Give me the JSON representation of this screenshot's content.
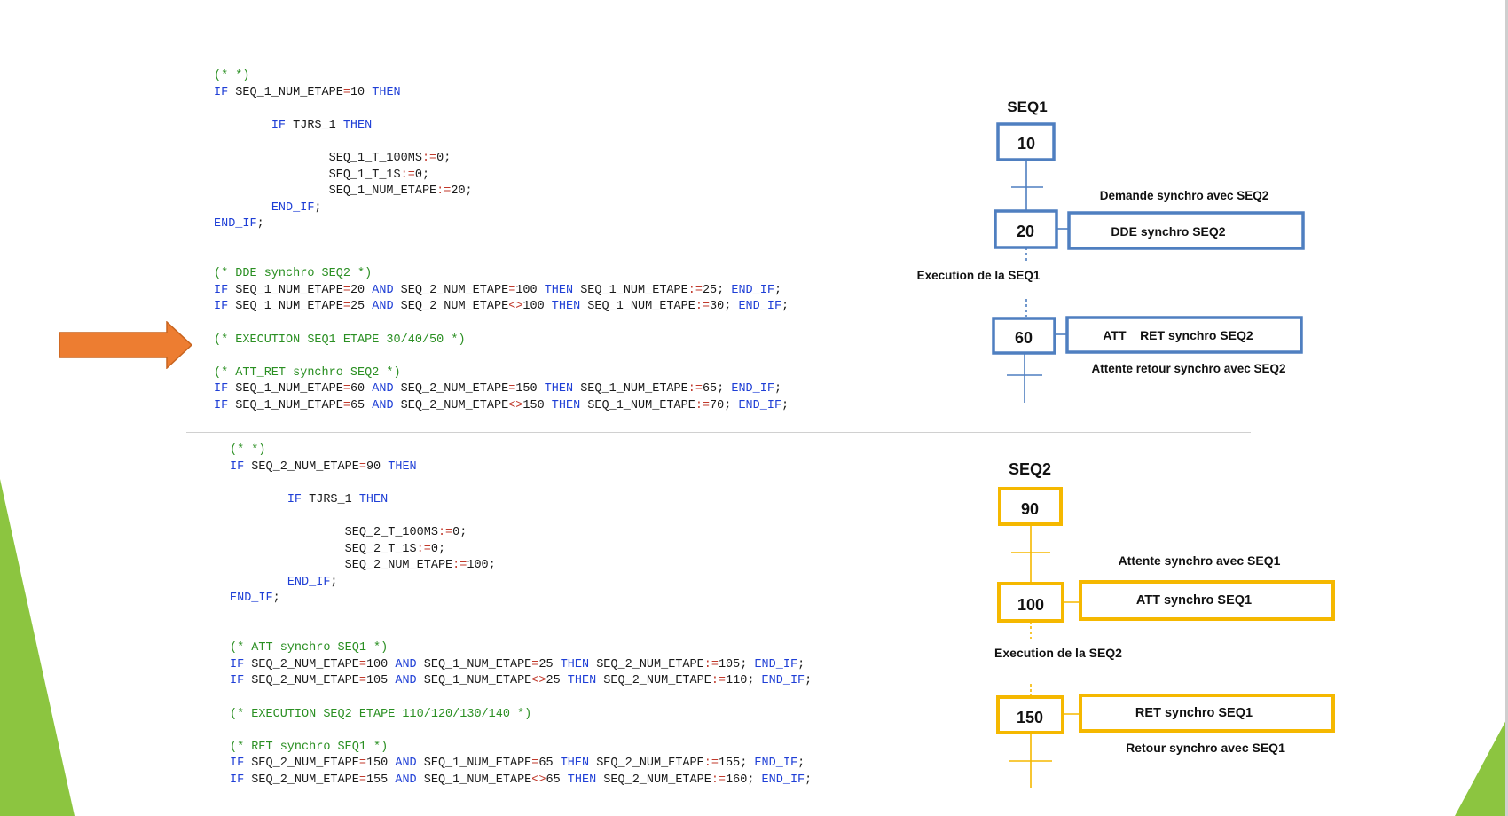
{
  "code_top": {
    "lines": [
      [
        [
          "c",
          "(* *)"
        ]
      ],
      [
        [
          "k",
          "IF"
        ],
        [
          "t",
          " SEQ_1_NUM_ETAPE"
        ],
        [
          "o",
          "="
        ],
        [
          "t",
          "10 "
        ],
        [
          "k",
          "THEN"
        ]
      ],
      [],
      [
        [
          "t",
          "        "
        ],
        [
          "k",
          "IF"
        ],
        [
          "t",
          " TJRS_1 "
        ],
        [
          "k",
          "THEN"
        ]
      ],
      [],
      [
        [
          "t",
          "                SEQ_1_T_100MS"
        ],
        [
          "o",
          ":="
        ],
        [
          "t",
          "0;"
        ]
      ],
      [
        [
          "t",
          "                SEQ_1_T_1S"
        ],
        [
          "o",
          ":="
        ],
        [
          "t",
          "0;"
        ]
      ],
      [
        [
          "t",
          "                SEQ_1_NUM_ETAPE"
        ],
        [
          "o",
          ":="
        ],
        [
          "t",
          "20;"
        ]
      ],
      [
        [
          "t",
          "        "
        ],
        [
          "k",
          "END_IF"
        ],
        [
          "t",
          ";"
        ]
      ],
      [
        [
          "k",
          "END_IF"
        ],
        [
          "t",
          ";"
        ]
      ],
      [],
      [],
      [
        [
          "c",
          "(* DDE synchro SEQ2 *)"
        ]
      ],
      [
        [
          "k",
          "IF"
        ],
        [
          "t",
          " SEQ_1_NUM_ETAPE"
        ],
        [
          "o",
          "="
        ],
        [
          "t",
          "20 "
        ],
        [
          "k",
          "AND"
        ],
        [
          "t",
          " SEQ_2_NUM_ETAPE"
        ],
        [
          "o",
          "="
        ],
        [
          "t",
          "100 "
        ],
        [
          "k",
          "THEN"
        ],
        [
          "t",
          " SEQ_1_NUM_ETAPE"
        ],
        [
          "o",
          ":="
        ],
        [
          "t",
          "25; "
        ],
        [
          "k",
          "END_IF"
        ],
        [
          "t",
          ";"
        ]
      ],
      [
        [
          "k",
          "IF"
        ],
        [
          "t",
          " SEQ_1_NUM_ETAPE"
        ],
        [
          "o",
          "="
        ],
        [
          "t",
          "25 "
        ],
        [
          "k",
          "AND"
        ],
        [
          "t",
          " SEQ_2_NUM_ETAPE"
        ],
        [
          "o",
          "<>"
        ],
        [
          "t",
          "100 "
        ],
        [
          "k",
          "THEN"
        ],
        [
          "t",
          " SEQ_1_NUM_ETAPE"
        ],
        [
          "o",
          ":="
        ],
        [
          "t",
          "30; "
        ],
        [
          "k",
          "END_IF"
        ],
        [
          "t",
          ";"
        ]
      ],
      [],
      [
        [
          "c",
          "(* EXECUTION SEQ1 ETAPE 30/40/50 *)"
        ]
      ],
      [],
      [
        [
          "c",
          "(* ATT_RET synchro SEQ2 *)"
        ]
      ],
      [
        [
          "k",
          "IF"
        ],
        [
          "t",
          " SEQ_1_NUM_ETAPE"
        ],
        [
          "o",
          "="
        ],
        [
          "t",
          "60 "
        ],
        [
          "k",
          "AND"
        ],
        [
          "t",
          " SEQ_2_NUM_ETAPE"
        ],
        [
          "o",
          "="
        ],
        [
          "t",
          "150 "
        ],
        [
          "k",
          "THEN"
        ],
        [
          "t",
          " SEQ_1_NUM_ETAPE"
        ],
        [
          "o",
          ":="
        ],
        [
          "t",
          "65; "
        ],
        [
          "k",
          "END_IF"
        ],
        [
          "t",
          ";"
        ]
      ],
      [
        [
          "k",
          "IF"
        ],
        [
          "t",
          " SEQ_1_NUM_ETAPE"
        ],
        [
          "o",
          "="
        ],
        [
          "t",
          "65 "
        ],
        [
          "k",
          "AND"
        ],
        [
          "t",
          " SEQ_2_NUM_ETAPE"
        ],
        [
          "o",
          "<>"
        ],
        [
          "t",
          "150 "
        ],
        [
          "k",
          "THEN"
        ],
        [
          "t",
          " SEQ_1_NUM_ETAPE"
        ],
        [
          "o",
          ":="
        ],
        [
          "t",
          "70; "
        ],
        [
          "k",
          "END_IF"
        ],
        [
          "t",
          ";"
        ]
      ]
    ]
  },
  "code_bottom": {
    "lines": [
      [
        [
          "c",
          "(* *)"
        ]
      ],
      [
        [
          "k",
          "IF"
        ],
        [
          "t",
          " SEQ_2_NUM_ETAPE"
        ],
        [
          "o",
          "="
        ],
        [
          "t",
          "90 "
        ],
        [
          "k",
          "THEN"
        ]
      ],
      [],
      [
        [
          "t",
          "        "
        ],
        [
          "k",
          "IF"
        ],
        [
          "t",
          " TJRS_1 "
        ],
        [
          "k",
          "THEN"
        ]
      ],
      [],
      [
        [
          "t",
          "                SEQ_2_T_100MS"
        ],
        [
          "o",
          ":="
        ],
        [
          "t",
          "0;"
        ]
      ],
      [
        [
          "t",
          "                SEQ_2_T_1S"
        ],
        [
          "o",
          ":="
        ],
        [
          "t",
          "0;"
        ]
      ],
      [
        [
          "t",
          "                SEQ_2_NUM_ETAPE"
        ],
        [
          "o",
          ":="
        ],
        [
          "t",
          "100;"
        ]
      ],
      [
        [
          "t",
          "        "
        ],
        [
          "k",
          "END_IF"
        ],
        [
          "t",
          ";"
        ]
      ],
      [
        [
          "k",
          "END_IF"
        ],
        [
          "t",
          ";"
        ]
      ],
      [],
      [],
      [
        [
          "c",
          "(* ATT synchro SEQ1 *)"
        ]
      ],
      [
        [
          "k",
          "IF"
        ],
        [
          "t",
          " SEQ_2_NUM_ETAPE"
        ],
        [
          "o",
          "="
        ],
        [
          "t",
          "100 "
        ],
        [
          "k",
          "AND"
        ],
        [
          "t",
          " SEQ_1_NUM_ETAPE"
        ],
        [
          "o",
          "="
        ],
        [
          "t",
          "25 "
        ],
        [
          "k",
          "THEN"
        ],
        [
          "t",
          " SEQ_2_NUM_ETAPE"
        ],
        [
          "o",
          ":="
        ],
        [
          "t",
          "105; "
        ],
        [
          "k",
          "END_IF"
        ],
        [
          "t",
          ";"
        ]
      ],
      [
        [
          "k",
          "IF"
        ],
        [
          "t",
          " SEQ_2_NUM_ETAPE"
        ],
        [
          "o",
          "="
        ],
        [
          "t",
          "105 "
        ],
        [
          "k",
          "AND"
        ],
        [
          "t",
          " SEQ_1_NUM_ETAPE"
        ],
        [
          "o",
          "<>"
        ],
        [
          "t",
          "25 "
        ],
        [
          "k",
          "THEN"
        ],
        [
          "t",
          " SEQ_2_NUM_ETAPE"
        ],
        [
          "o",
          ":="
        ],
        [
          "t",
          "110; "
        ],
        [
          "k",
          "END_IF"
        ],
        [
          "t",
          ";"
        ]
      ],
      [],
      [
        [
          "c",
          "(* EXECUTION SEQ2 ETAPE 110/120/130/140 *)"
        ]
      ],
      [],
      [
        [
          "c",
          "(* RET synchro SEQ1 *)"
        ]
      ],
      [
        [
          "k",
          "IF"
        ],
        [
          "t",
          " SEQ_2_NUM_ETAPE"
        ],
        [
          "o",
          "="
        ],
        [
          "t",
          "150 "
        ],
        [
          "k",
          "AND"
        ],
        [
          "t",
          " SEQ_1_NUM_ETAPE"
        ],
        [
          "o",
          "="
        ],
        [
          "t",
          "65 "
        ],
        [
          "k",
          "THEN"
        ],
        [
          "t",
          " SEQ_2_NUM_ETAPE"
        ],
        [
          "o",
          ":="
        ],
        [
          "t",
          "155; "
        ],
        [
          "k",
          "END_IF"
        ],
        [
          "t",
          ";"
        ]
      ],
      [
        [
          "k",
          "IF"
        ],
        [
          "t",
          " SEQ_2_NUM_ETAPE"
        ],
        [
          "o",
          "="
        ],
        [
          "t",
          "155 "
        ],
        [
          "k",
          "AND"
        ],
        [
          "t",
          " SEQ_1_NUM_ETAPE"
        ],
        [
          "o",
          "<>"
        ],
        [
          "t",
          "65 "
        ],
        [
          "k",
          "THEN"
        ],
        [
          "t",
          " SEQ_2_NUM_ETAPE"
        ],
        [
          "o",
          ":="
        ],
        [
          "t",
          "160; "
        ],
        [
          "k",
          "END_IF"
        ],
        [
          "t",
          ";"
        ]
      ]
    ]
  },
  "seq1": {
    "title": "SEQ1",
    "steps": [
      "10",
      "20",
      "60"
    ],
    "action_20": "DDE synchro SEQ2",
    "action_60": "ATT__RET synchro SEQ2",
    "label_demande": "Demande synchro avec SEQ2",
    "label_execution": "Execution de la SEQ1",
    "label_attente_retour": "Attente retour synchro avec SEQ2"
  },
  "seq2": {
    "title": "SEQ2",
    "steps": [
      "90",
      "100",
      "150"
    ],
    "action_100": "ATT synchro SEQ1",
    "action_150": "RET synchro SEQ1",
    "label_attente": "Attente synchro avec SEQ1",
    "label_execution": "Execution de la SEQ2",
    "label_retour": "Retour synchro avec SEQ1"
  },
  "colors": {
    "keyword": "#1f3fd6",
    "comment": "#2a8f22",
    "operator": "#c0392b",
    "seq1_box": "#4f7fc0",
    "seq2_box": "#f5b800",
    "arrow": "#ed7d31",
    "slide_green": "#8cc540"
  },
  "icons": {
    "pointer": "right-arrow-icon"
  }
}
